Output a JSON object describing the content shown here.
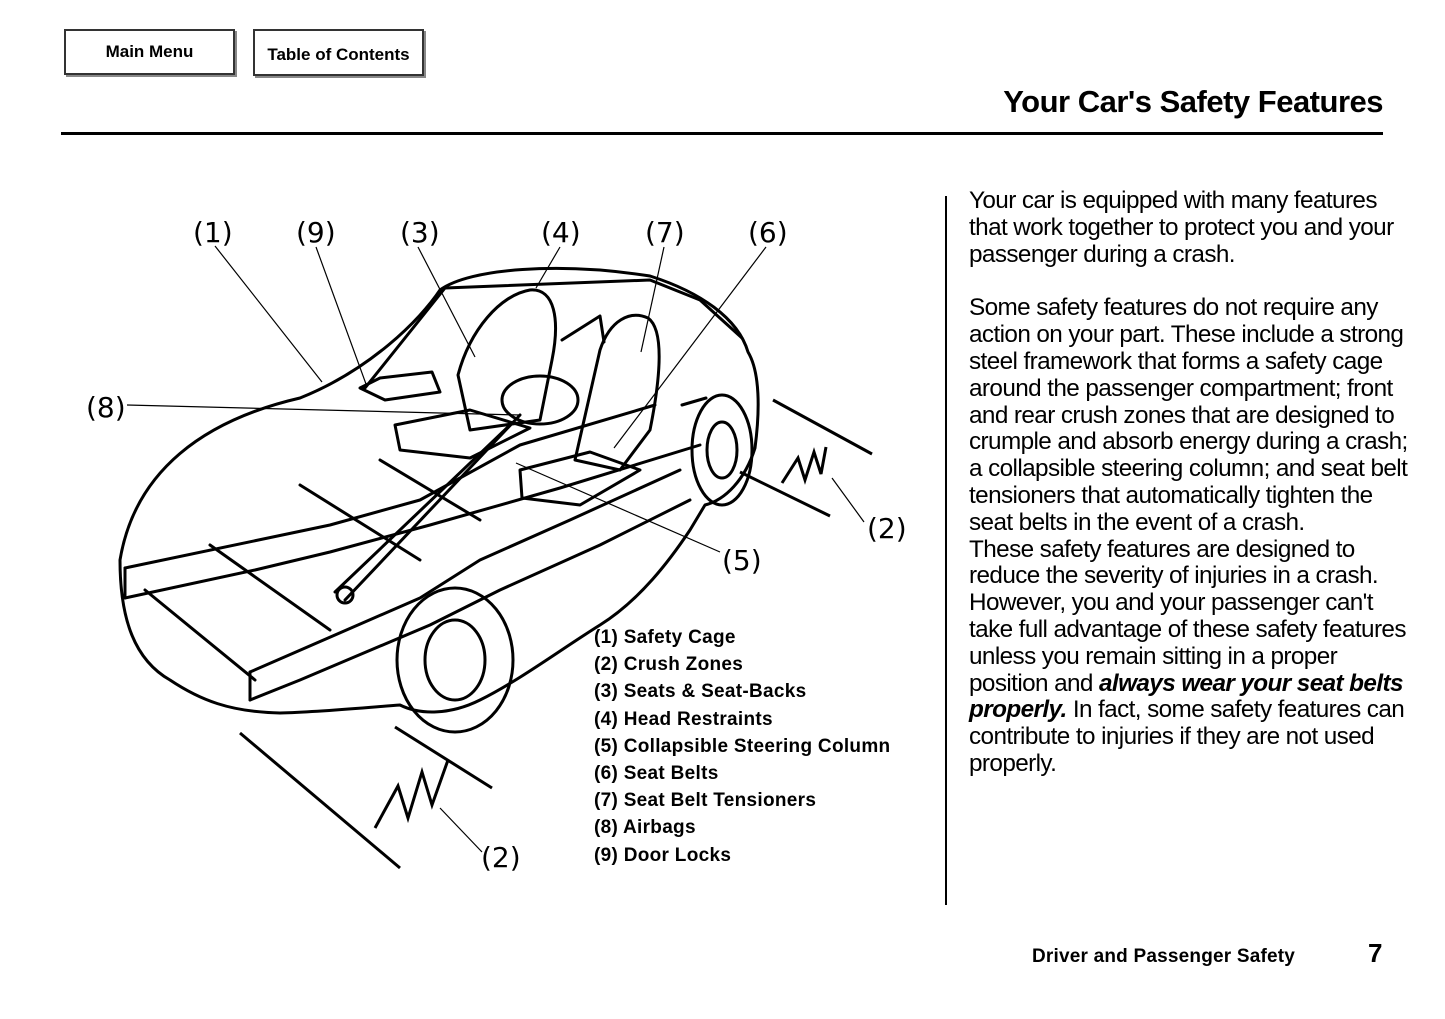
{
  "nav": {
    "main_menu": "Main Menu",
    "table_of_contents": "Table of Contents"
  },
  "page_title": "Your Car's Safety Features",
  "diagram": {
    "callouts": {
      "c1": "(1)",
      "c9": "(9)",
      "c3": "(3)",
      "c4": "(4)",
      "c7": "(7)",
      "c6": "(6)",
      "c8": "(8)",
      "c2_right": "(2)",
      "c5": "(5)",
      "c2_bottom": "(2)"
    },
    "legend": [
      "(1) Safety Cage",
      "(2) Crush Zones",
      "(3) Seats & Seat-Backs",
      "(4) Head Restraints",
      "(5) Collapsible Steering Column",
      "(6) Seat Belts",
      "(7) Seat Belt Tensioners",
      "(8) Airbags",
      "(9) Door Locks"
    ]
  },
  "body": {
    "p1": "Your car is equipped with many features that work together to protect you and your passenger during a crash.",
    "p2": "Some safety features do not require any action on your part. These include a strong steel framework that forms a safety cage around the passenger compartment; front and rear crush zones that are designed to crumple and absorb energy during a crash; a collapsible steering column; and seat belt tensioners that automatically tighten the seat belts in the event of a crash.",
    "p3_before": "These safety features are designed to reduce the severity of injuries in a crash. However, you and your passenger can't take full advantage of these safety features unless you remain sitting in a proper position and ",
    "p3_emphasis": "always wear your seat belts properly.",
    "p3_after": " In fact, some safety features can contribute to injuries if they are not used properly."
  },
  "footer": {
    "section": "Driver and Passenger Safety",
    "page_number": "7"
  }
}
